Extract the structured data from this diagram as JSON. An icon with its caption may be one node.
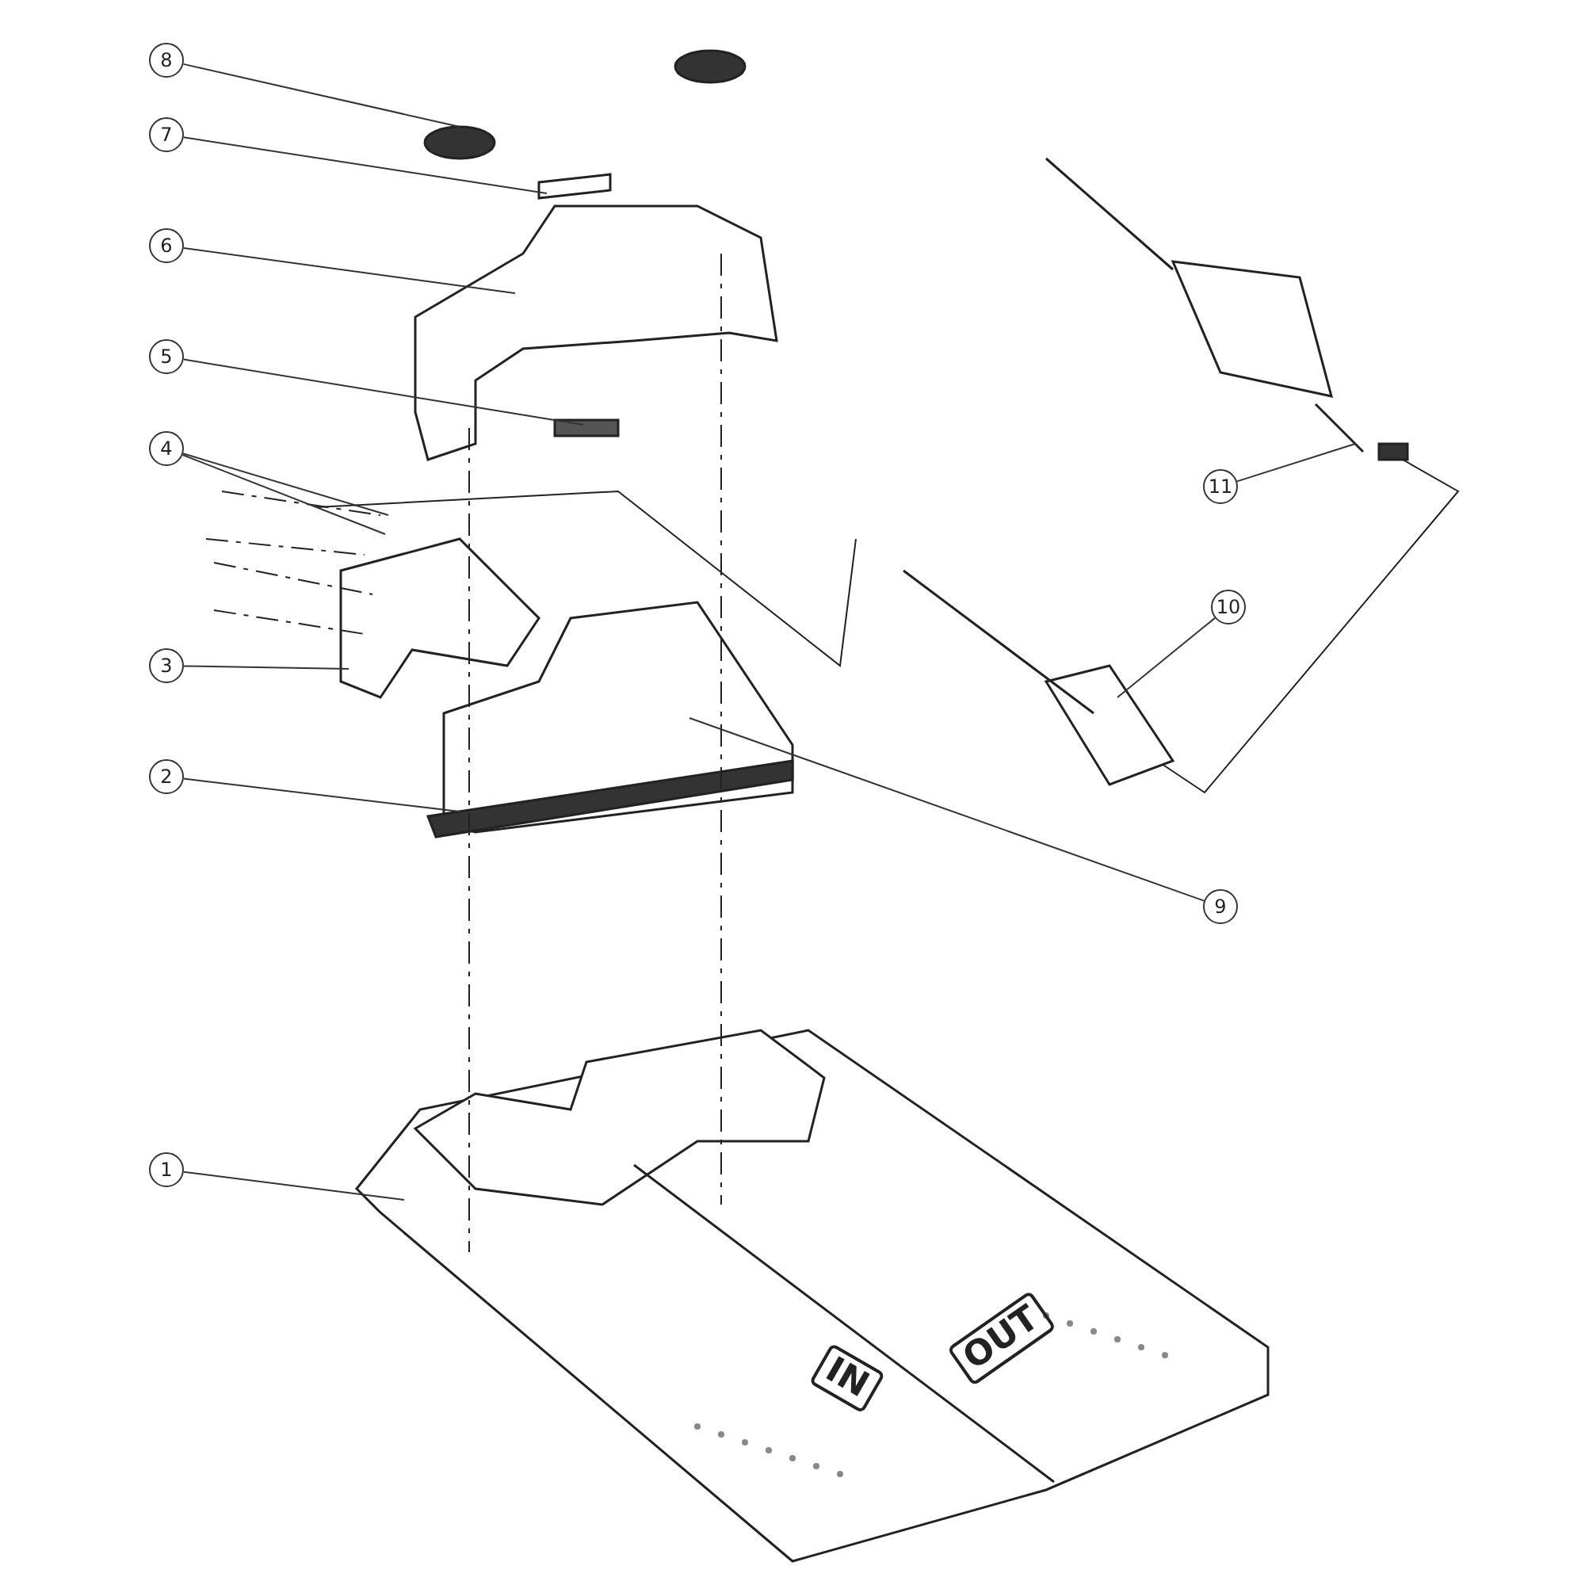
{
  "diagram": {
    "nodes": [
      {
        "text": [
          "8"
        ]
      },
      {
        "text": [
          "7"
        ]
      },
      {
        "text": [
          "6"
        ]
      },
      {
        "text": [
          "5"
        ]
      },
      {
        "text": [
          "4"
        ]
      },
      {
        "text": [
          "11"
        ]
      },
      {
        "text": [
          "10"
        ]
      },
      {
        "text": [
          "3"
        ]
      },
      {
        "text": [
          "2"
        ]
      },
      {
        "text": [
          "9"
        ]
      },
      {
        "text": [
          "1"
        ]
      }
    ],
    "edges": [
      {
        "from": 0,
        "to": null,
        "arrow": "none"
      },
      {
        "from": 1,
        "to": null,
        "arrow": "none"
      },
      {
        "from": 2,
        "to": null,
        "arrow": "none"
      },
      {
        "from": 3,
        "to": null,
        "arrow": "none"
      },
      {
        "from": 4,
        "to": null,
        "arrow": "none"
      },
      {
        "from": 4,
        "to": null,
        "arrow": "none"
      },
      {
        "from": 5,
        "to": null,
        "arrow": "none"
      },
      {
        "from": 6,
        "to": null,
        "arrow": "none"
      },
      {
        "from": 7,
        "to": null,
        "arrow": "none"
      },
      {
        "from": 8,
        "to": null,
        "arrow": "none"
      },
      {
        "from": 9,
        "to": null,
        "arrow": "none"
      },
      {
        "from": 10,
        "to": null,
        "arrow": "none"
      }
    ],
    "labels": [
      "OUT",
      "IN"
    ]
  }
}
